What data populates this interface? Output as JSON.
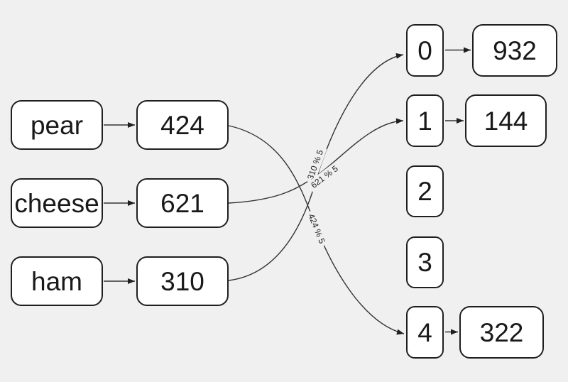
{
  "diagram": {
    "keys": [
      "pear",
      "cheese",
      "ham"
    ],
    "hash_values": [
      "424",
      "621",
      "310"
    ],
    "buckets": [
      "0",
      "1",
      "2",
      "3",
      "4"
    ],
    "bucket_values": {
      "0": "932",
      "1": "144",
      "4": "322"
    },
    "edges": [
      {
        "from": "pear",
        "to": "424"
      },
      {
        "from": "cheese",
        "to": "621"
      },
      {
        "from": "ham",
        "to": "310"
      },
      {
        "from": "0",
        "to": "932"
      },
      {
        "from": "1",
        "to": "144"
      },
      {
        "from": "4",
        "to": "322"
      },
      {
        "from": "424",
        "to": "4",
        "label": "424 % 5"
      },
      {
        "from": "621",
        "to": "1",
        "label": "621 % 5"
      },
      {
        "from": "310",
        "to": "0",
        "label": "310 % 5"
      }
    ],
    "colors": {
      "background": "#f0f0f0",
      "node_fill": "#ffffff",
      "node_border": "#1f1f1f",
      "edge": "#333333",
      "text": "#191919"
    }
  }
}
